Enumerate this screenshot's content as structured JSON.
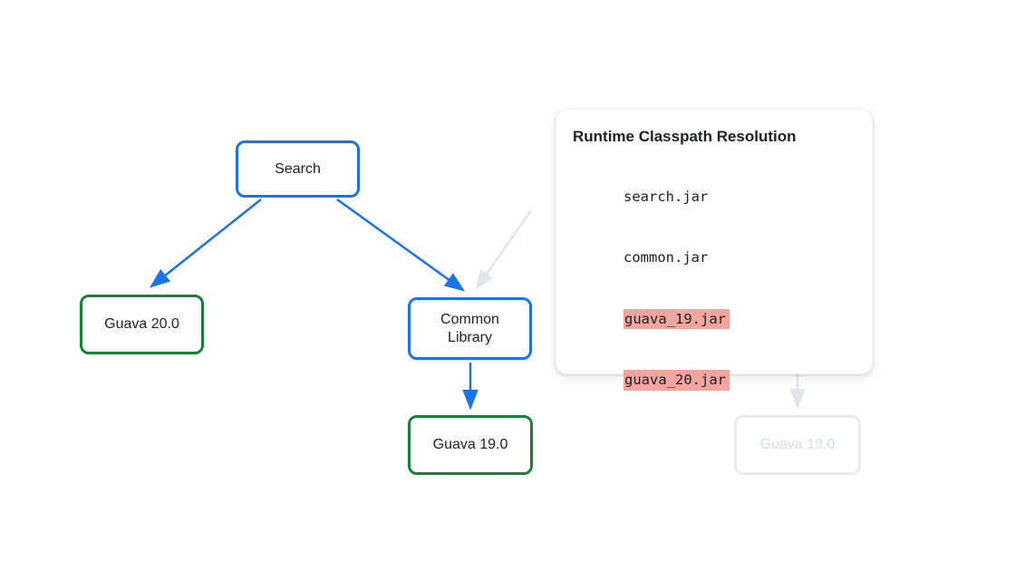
{
  "diagram": {
    "nodes": {
      "search": {
        "label": "Search"
      },
      "guava20": {
        "label": "Guava 20.0"
      },
      "common_library": {
        "label": "Common Library"
      },
      "guava19": {
        "label": "Guava 19.0"
      },
      "guava19_faded": {
        "label": "Guava 19.0"
      }
    },
    "card": {
      "title": "Runtime Classpath Resolution",
      "lines": [
        {
          "text": "search.jar",
          "highlight": false
        },
        {
          "text": "common.jar",
          "highlight": false
        },
        {
          "text": "guava_19.jar",
          "highlight": true
        },
        {
          "text": "guava_20.jar",
          "highlight": true
        }
      ]
    },
    "colors": {
      "edge_blue": "#1a73e8",
      "node_green": "#188038",
      "highlight_pink": "#f2a49f",
      "faded_gray": "#e4e7ea",
      "text_dark": "#202124"
    }
  }
}
